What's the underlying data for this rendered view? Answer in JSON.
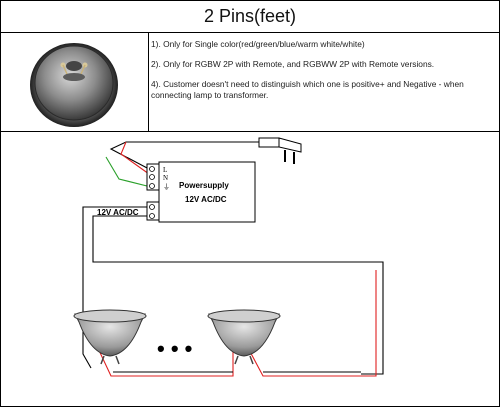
{
  "header": {
    "title": "2 Pins(feet)"
  },
  "notes": [
    "1). Only for Single color(red/green/blue/warm white/white)",
    "2). Only for RGBW 2P with Remote, and RGBWW 2P with Remote versions.",
    "4). Customer doesn't need to distinguish which one is positive+ and Negative - when connecting lamp to transformer."
  ],
  "diagram": {
    "power_supply_line1": "Powersupply",
    "power_supply_line2": "12V AC/DC",
    "output_label": "12V AC/DC",
    "terminal_L": "L",
    "terminal_N": "N",
    "terminal_ground": "⏚",
    "ellipsis": "• • •"
  },
  "colors": {
    "wire_black": "#000000",
    "wire_red": "#e02020",
    "wire_green": "#2aa02a",
    "lamp_gray": "#9a9a9a"
  }
}
